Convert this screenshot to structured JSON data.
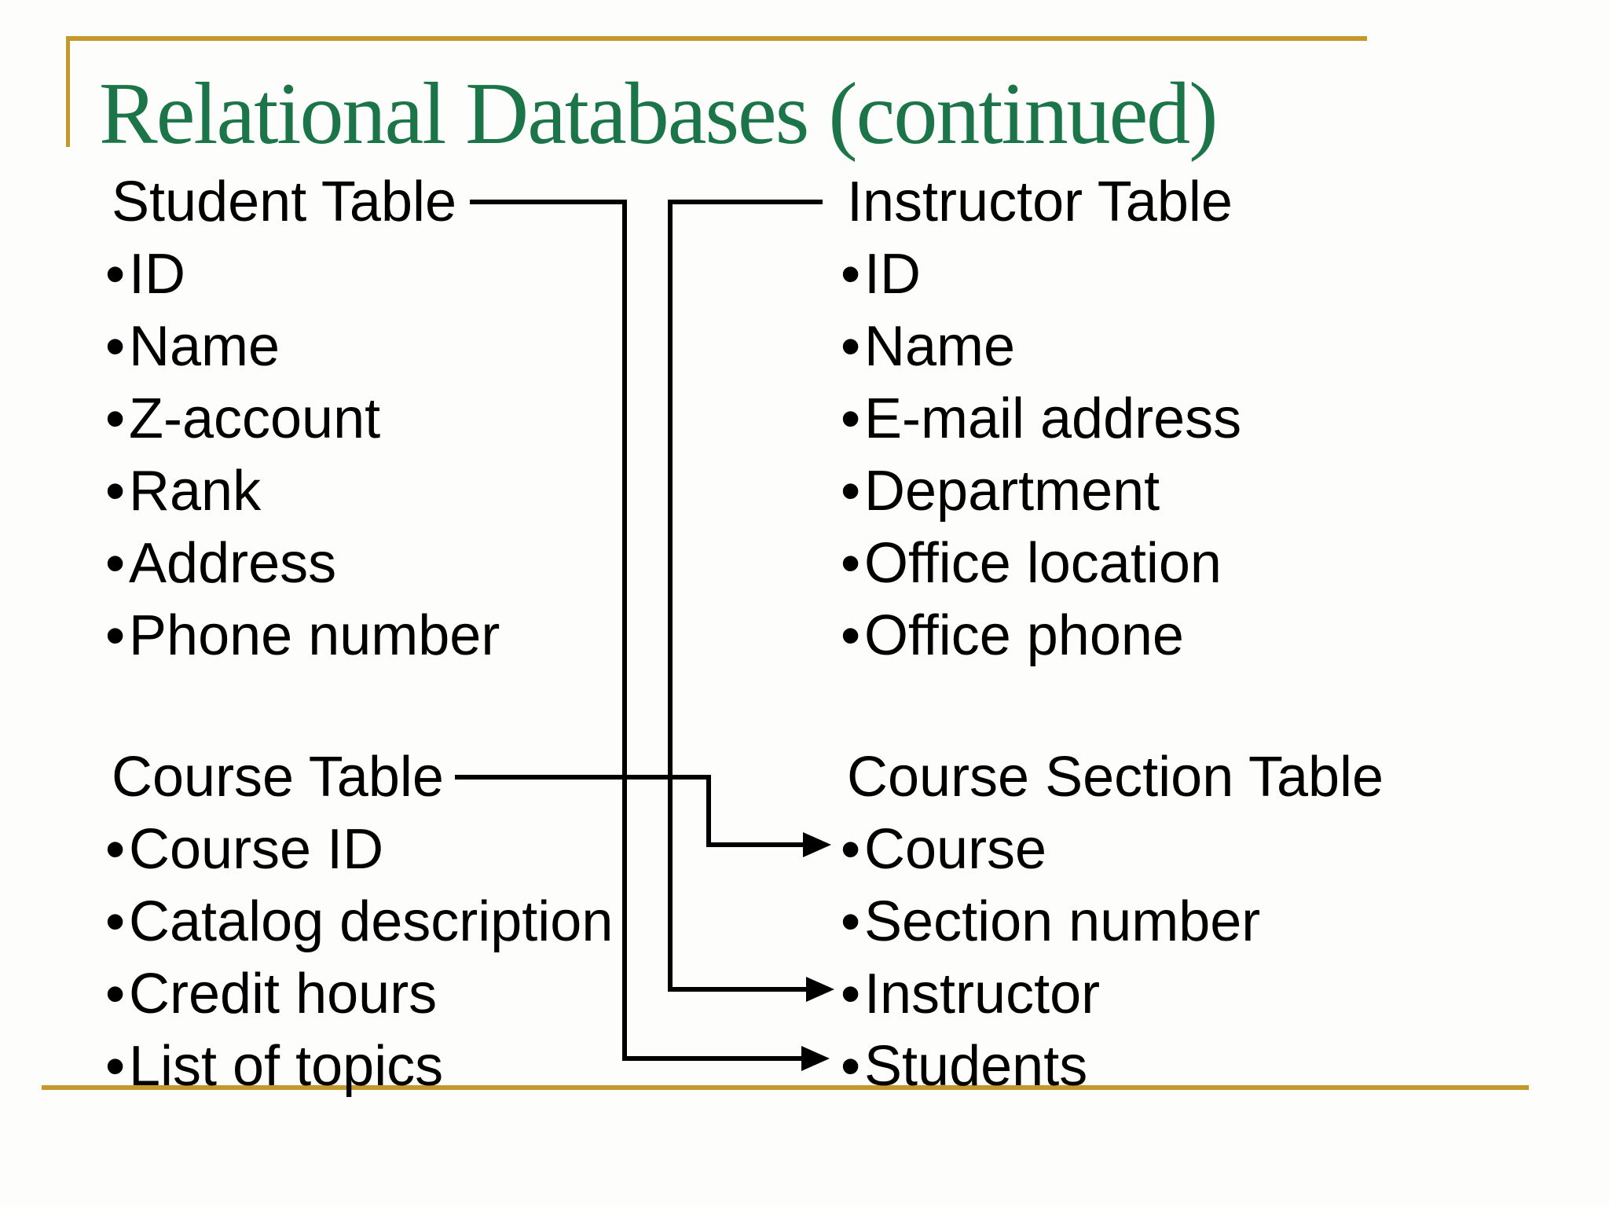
{
  "slide": {
    "title": "Relational Databases (continued)",
    "colors": {
      "title_green": "#1B7548",
      "accent_gold": "#C3992B",
      "text_black": "#000000",
      "background": "#FDFDFC"
    },
    "groups": {
      "student": {
        "heading": "Student Table",
        "items": [
          "ID",
          "Name",
          "Z-account",
          "Rank",
          "Address",
          "Phone number"
        ]
      },
      "instructor": {
        "heading": "Instructor Table",
        "items": [
          "ID",
          "Name",
          "E-mail address",
          "Department",
          "Office location",
          "Office phone"
        ]
      },
      "course": {
        "heading": "Course Table",
        "items": [
          "Course ID",
          "Catalog description",
          "Credit hours",
          "List of topics"
        ]
      },
      "course_section": {
        "heading": "Course Section Table",
        "items": [
          "Course",
          "Section number",
          "Instructor",
          "Students"
        ]
      }
    },
    "connectors": [
      {
        "from": "Student Table",
        "to": "Students"
      },
      {
        "from": "Instructor Table",
        "to": "Instructor"
      },
      {
        "from": "Course Table",
        "to": "Course"
      }
    ],
    "bullet_glyph": "•"
  }
}
